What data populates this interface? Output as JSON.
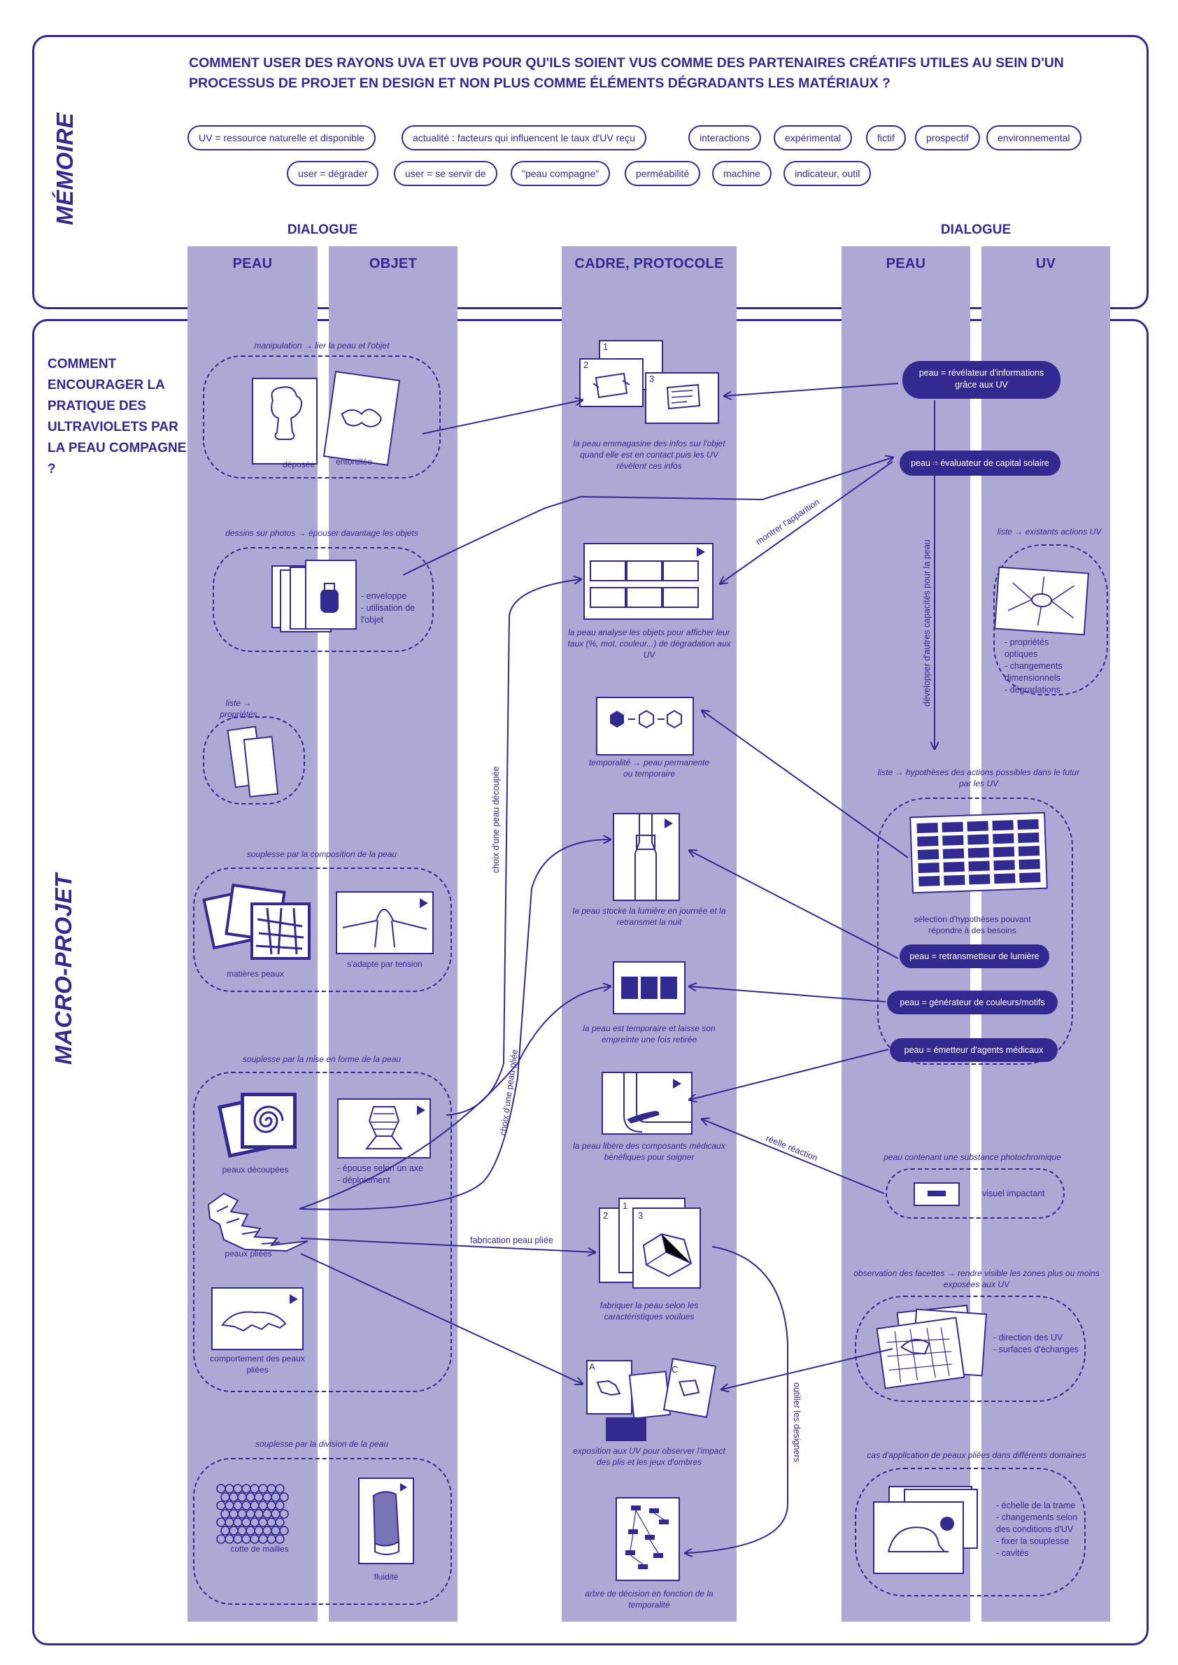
{
  "memoire": {
    "title": "MÉMOIRE",
    "question": "COMMENT USER DES RAYONS UVA ET UVB POUR QU'ILS SOIENT VUS COMME DES PARTENAIRES CRÉATIFS UTILES AU SEIN D'UN PROCESSUS DE PROJET EN DESIGN ET NON PLUS COMME ÉLÉMENTS DÉGRADANTS LES MATÉRIAUX ?",
    "keywords_row1": [
      "UV = ressource naturelle et disponible",
      "actualité : facteurs qui influencent le taux d'UV reçu",
      "interactions",
      "expérimental",
      "fictif",
      "prospectif",
      "environnemental"
    ],
    "keywords_row2": [
      "user = dégrader",
      "user = se servir de",
      "\"peau compagne\"",
      "perméabilité",
      "machine",
      "indicateur, outil"
    ]
  },
  "headers": {
    "dialogue_left": "DIALOGUE",
    "dialogue_right": "DIALOGUE",
    "col_peau_left": "PEAU",
    "col_objet": "OBJET",
    "col_cadre": "CADRE, PROTOCOLE",
    "col_peau_right": "PEAU",
    "col_uv": "UV"
  },
  "macro": {
    "title": "MACRO-PROJET",
    "question": "COMMENT ENCOURAGER LA PRATIQUE DES ULTRAVIOLETS PAR LA PEAU COMPAGNE ?"
  },
  "left": {
    "manipulation": "manipulation → lier la peau et l'objet",
    "deposee": "déposée",
    "entortillee": "entortillée",
    "dessins": "dessins sur photos → épouser davantage les objets",
    "enveloppe": "- enveloppe\n- utilisation de l'objet",
    "liste_proprietes": "liste → propriétés",
    "souplesse_compo": "souplesse par la composition de la peau",
    "matieres_peaux": "matières peaux",
    "adapte_tension": "s'adapte par tension",
    "souplesse_forme": "souplesse par la mise en forme de la peau",
    "peaux_decoupees": "peaux découpées",
    "epouse_axe": "- épouse selon un axe\n- déploiement",
    "peaux_pliees": "peaux pliées",
    "comportement": "comportement des peaux pliées",
    "souplesse_division": "souplesse par la division de la peau",
    "cotte": "cotte de mailles",
    "fluidite": "fluidité"
  },
  "center": {
    "c1": "la peau emmagasine des infos sur l'objet quand elle est en contact puis les UV révèlent ces infos",
    "c2": "la peau analyse les objets pour afficher leur taux (%, mot, couleur...) de dégradation aux UV",
    "c3": "temporalité → peau permanente ou temporaire",
    "c4": "la peau stocke la lumière en journée et la retransmet la nuit",
    "c5": "la peau est temporaire et laisse son empreinte une fois retirée",
    "c6": "la peau libère des composants médicaux bénéfiques pour soigner",
    "c7": "fabriquer la peau selon les caractéristiques voulues",
    "c8": "exposition aux UV pour observer l'impact des plis et les jeux d'ombres",
    "c9": "arbre de décision en fonction de la temporalité",
    "n1": "1",
    "n2": "2",
    "n3": "3",
    "na": "A",
    "nc": "C"
  },
  "right": {
    "p1": "peau = révélateur d'informations grâce aux UV",
    "p2": "peau = évaluateur de capital solaire",
    "liste_existants": "liste → existants actions UV",
    "uv_list": "- propriétés optiques\n- changements dimensionnels\n- dégradations",
    "liste_hypotheses": "liste → hypothèses des actions possibles dans le futur par les UV",
    "selection": "sélection d'hypothèses pouvant répondre à des besoins",
    "p3": "peau = retransmetteur de lumière",
    "p4": "peau = générateur de couleurs/motifs",
    "p5": "peau = émetteur d'agents médicaux",
    "photochromique": "peau contenant une substance photochromique",
    "visuel": "visuel impactant",
    "observation": "observation des facettes → rendre visible les zones plus ou moins exposées aux UV",
    "direction": "- direction des UV\n- surfaces d'échanges",
    "cas": "cas d'application de peaux pliées dans différents domaines",
    "echelle": "- échelle de la trame\n- changements selon des conditions d'UV\n- fixer la souplesse\n- cavités"
  },
  "arrows": {
    "montrer": "montrer l'apparition",
    "developper": "développer d'autres capacités pour la peau",
    "decoupee": "choix d'une peau découpée",
    "pliee": "choix d'une peau pliée",
    "reelle": "réelle réaction",
    "fabrication": "fabrication peau pliée",
    "outiller": "outiller les designers"
  },
  "colors": {
    "primary": "#332a8f",
    "column": "#aea8d4",
    "background": "#ffffff"
  }
}
